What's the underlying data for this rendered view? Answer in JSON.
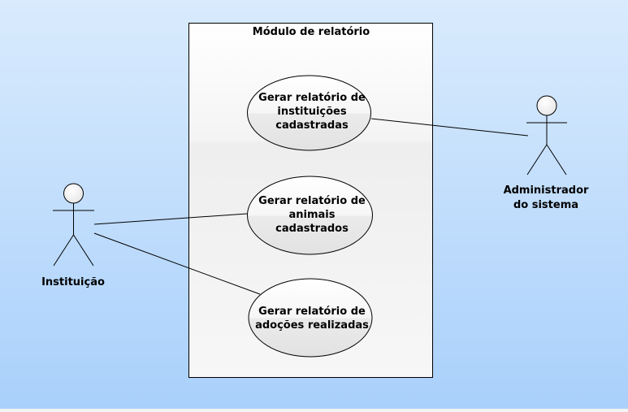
{
  "system_boundary": {
    "title": "Módulo de relatório"
  },
  "use_cases": [
    {
      "id": "uc-instituicoes",
      "lines": [
        "Gerar relatório de",
        "instituições",
        "cadastradas"
      ]
    },
    {
      "id": "uc-animais",
      "lines": [
        "Gerar relatório de",
        "animais",
        "cadastrados"
      ]
    },
    {
      "id": "uc-adocoes",
      "lines": [
        "Gerar relatório de",
        "adoções realizadas"
      ]
    }
  ],
  "actors": [
    {
      "id": "actor-instituicao",
      "lines": [
        "Instituição"
      ]
    },
    {
      "id": "actor-administrador",
      "lines": [
        "Administrador",
        "do sistema"
      ]
    }
  ],
  "associations": [
    {
      "from": "actor-administrador",
      "to": "uc-instituicoes"
    },
    {
      "from": "actor-instituicao",
      "to": "uc-animais"
    },
    {
      "from": "actor-instituicao",
      "to": "uc-adocoes"
    }
  ],
  "colors": {
    "background_top": "#d9ebfd",
    "background_bottom": "#a9d0fb",
    "line": "#000000",
    "shape_fill_light": "#ffffff",
    "shape_fill_dark": "#e4e4e4"
  }
}
